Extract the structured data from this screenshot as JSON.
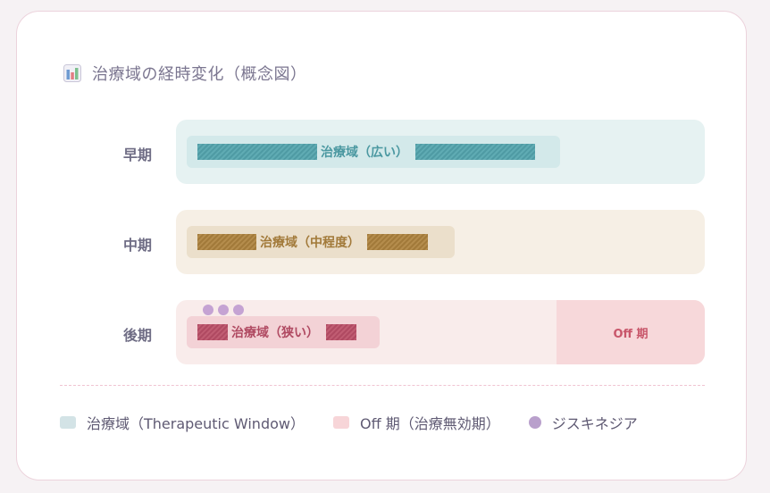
{
  "title": "治療域の経時変化（概念図）",
  "icon": "bar-chart-icon",
  "rows": {
    "early": {
      "label": "早期",
      "window_label": "治療域（広い）"
    },
    "mid": {
      "label": "中期",
      "window_label": "治療域（中程度）"
    },
    "late": {
      "label": "後期",
      "window_label": "治療域（狭い）",
      "off_label": "Off 期",
      "dyskinesia_dots": 3
    }
  },
  "legend": {
    "therapeutic": "治療域（Therapeutic Window）",
    "off": "Off 期（治療無効期）",
    "dyskinesia": "ジスキネジア"
  },
  "colors": {
    "therapeutic": "#d3e3e6",
    "off": "#f7d5d8",
    "dyskinesia": "#b9a0cc",
    "early": "#4f9ba4",
    "mid": "#a27a3a",
    "late": "#b04a62"
  }
}
